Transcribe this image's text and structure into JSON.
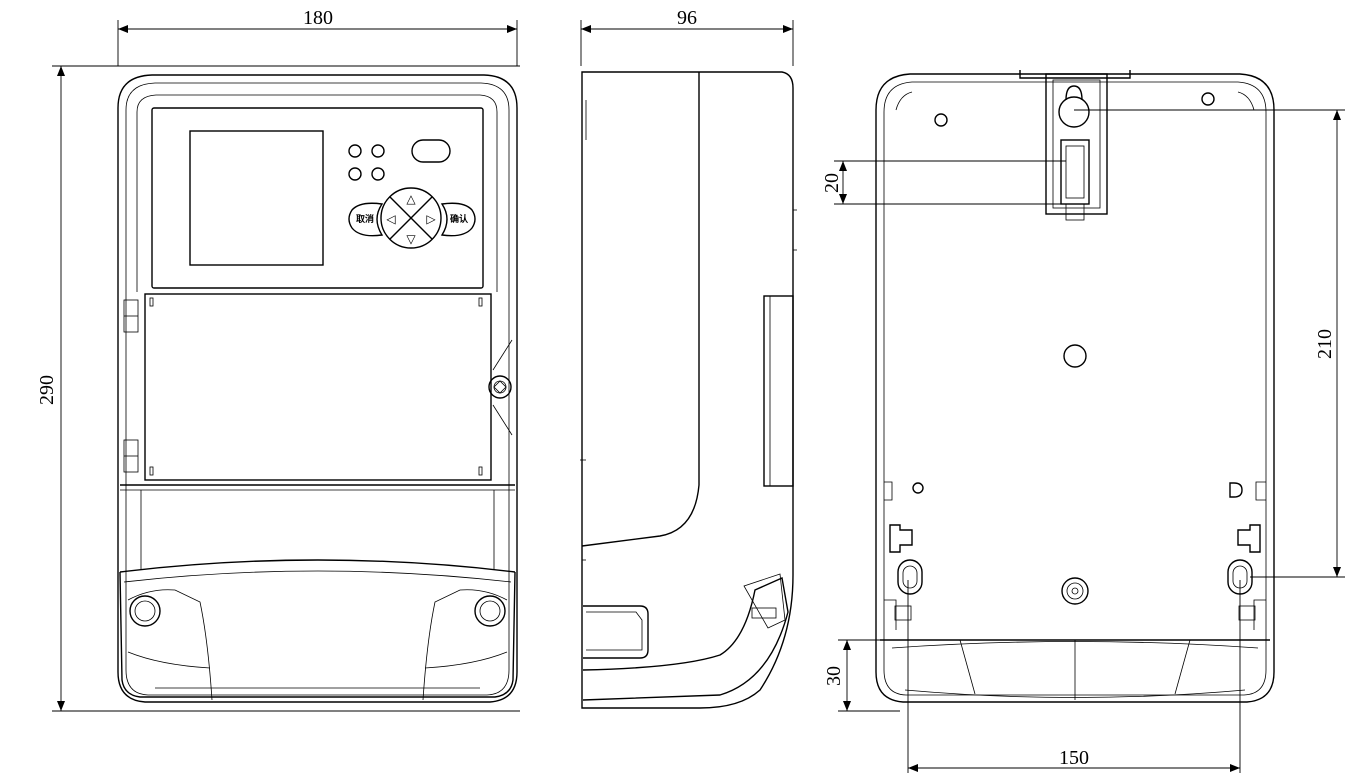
{
  "drawing": {
    "views": [
      "front-view",
      "side-view",
      "back-view"
    ],
    "dimensions": {
      "front_width": "180",
      "front_height": "290",
      "side_depth": "96",
      "back_hook_slot": "20",
      "back_mount_vertical": "210",
      "back_bottom_offset": "30",
      "back_mount_horizontal": "150"
    },
    "keypad": {
      "cancel_label": "取消",
      "confirm_label": "确认",
      "up_symbol": "△",
      "down_symbol": "▽",
      "left_symbol": "◁",
      "right_symbol": "▷"
    }
  }
}
